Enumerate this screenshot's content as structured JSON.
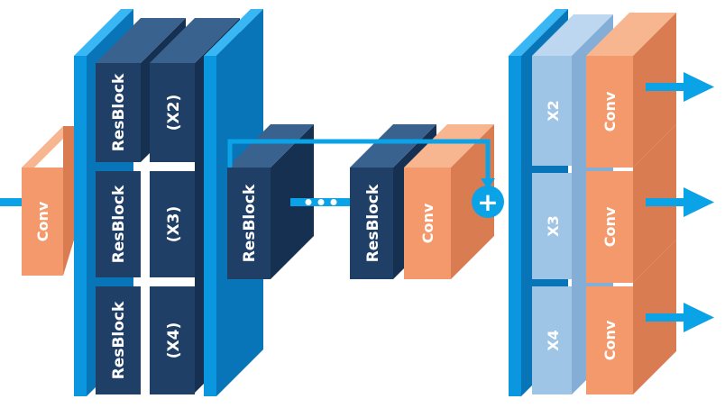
{
  "labels": {
    "conv": "Conv",
    "resblock": "ResBlock",
    "x2_paren": "(X2)",
    "x3_paren": "(X3)",
    "x4_paren": "(X4)",
    "x2": "X2",
    "x3": "X3",
    "x4": "X4",
    "plus": "+"
  },
  "colors": {
    "background": "#ffffff",
    "conv_front": "#f3996c",
    "conv_top": "#f8b690",
    "conv_side": "#d97c52",
    "resblock_front": "#1f3f66",
    "resblock_top": "#3a628f",
    "resblock_side": "#163052",
    "panel_front": "#0b96e0",
    "panel_top": "#39b7f4",
    "panel_side": "#0875b8",
    "upsample_front": "#9ec4e6",
    "upsample_top": "#bcd7ef",
    "upsample_side": "#84aed6",
    "arrow": "#0ba3e8"
  }
}
